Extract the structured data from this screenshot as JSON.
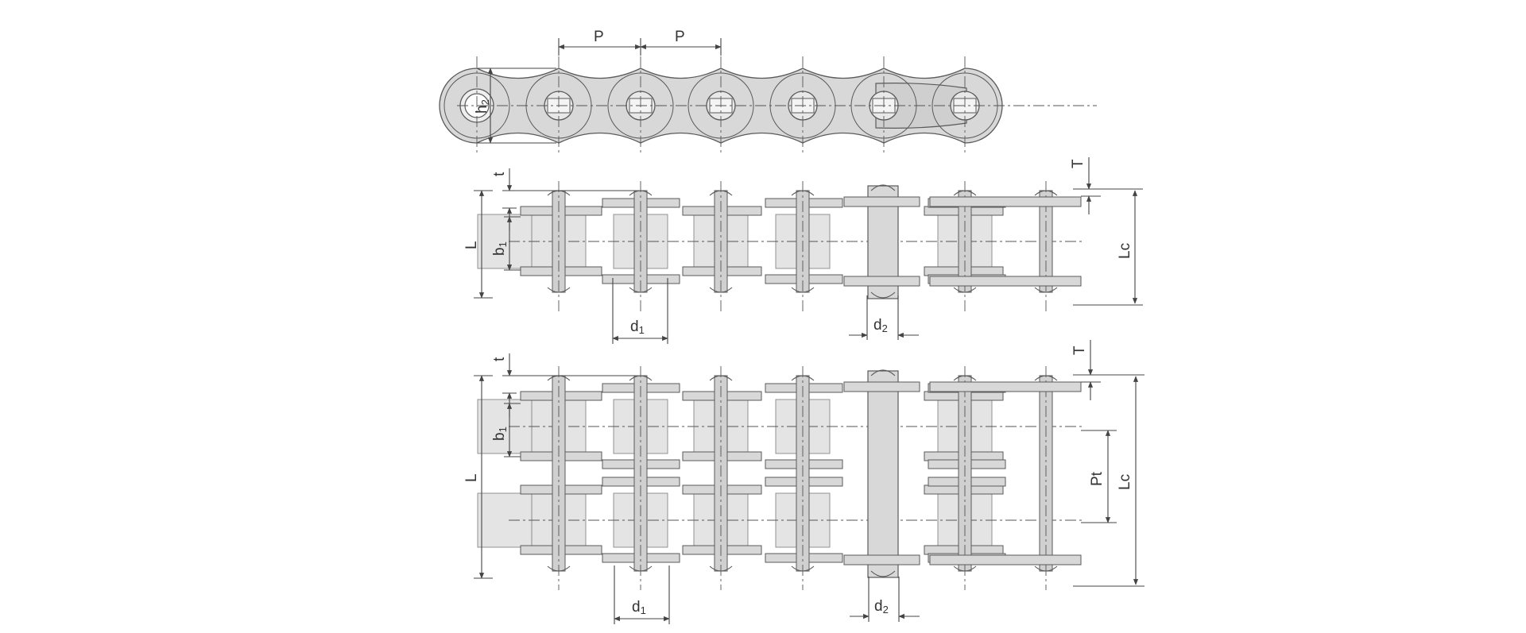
{
  "labels": {
    "pitch": "P",
    "plate_height": "h",
    "plate_height_sub": "2",
    "plate_thickness": "t",
    "thickness_T": "T",
    "inner_width": "b",
    "inner_width_sub": "1",
    "overall_length": "L",
    "connecting_length": "Lc",
    "roller_diameter": "d",
    "roller_diameter_sub": "1",
    "pin_diameter": "d",
    "pin_diameter_sub": "2",
    "transverse_pitch": "Pt"
  },
  "colors": {
    "plate_fill": "#d8d8d8",
    "roller_fill": "#e4e4e4",
    "stroke": "#5a5a5a",
    "dim_line": "#444444",
    "text": "#333333"
  }
}
